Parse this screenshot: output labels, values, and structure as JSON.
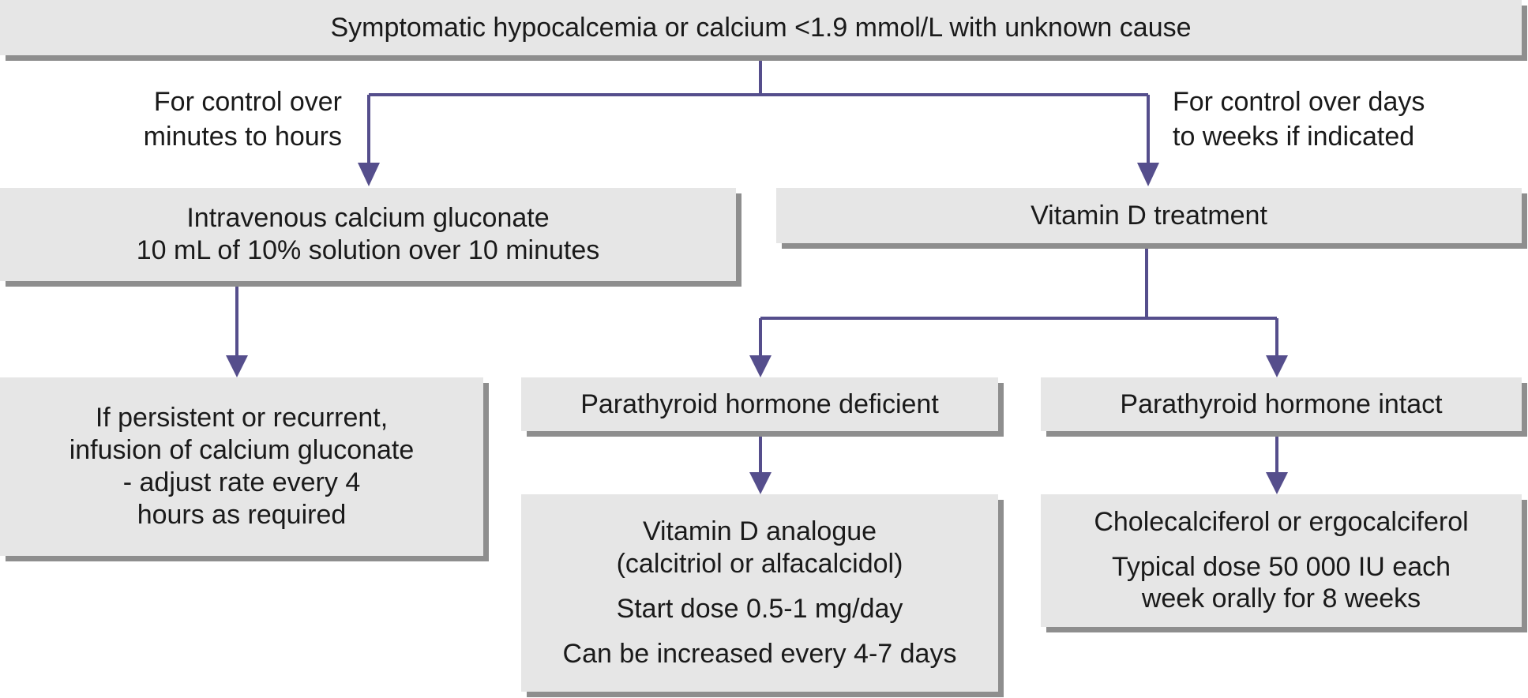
{
  "root": {
    "text": "Symptomatic hypocalcemia or calcium <1.9 mmol/L with unknown cause"
  },
  "branch_labels": {
    "left": [
      "For control over",
      "minutes to hours"
    ],
    "right": [
      "For control over days",
      "to weeks if indicated"
    ]
  },
  "iv_calcium": {
    "lines": [
      "Intravenous calcium gluconate",
      "10 mL of 10% solution over 10 minutes"
    ]
  },
  "infusion": {
    "lines": [
      "If persistent or recurrent,",
      "infusion of calcium gluconate",
      "- adjust rate every 4",
      "hours as required"
    ]
  },
  "vitamin_d": {
    "text": "Vitamin D treatment"
  },
  "pth_deficient": {
    "text": "Parathyroid hormone deficient"
  },
  "pth_intact": {
    "text": "Parathyroid hormone intact"
  },
  "analogue": {
    "lines": [
      "Vitamin D analogue",
      "(calcitriol or alfacalcidol)"
    ],
    "start_dose": "Start dose 0.5-1 mg/day",
    "increase": "Can be increased every 4-7 days"
  },
  "calciferol": {
    "title": "Cholecalciferol or ergocalciferol",
    "dose_lines": [
      "Typical dose 50 000 IU each",
      "week orally for 8 weeks"
    ]
  },
  "colors": {
    "box_fill": "#e6e6e6",
    "box_shadow": "#8e8e8e",
    "connector": "#554e8c",
    "text": "#1a1a1a"
  }
}
